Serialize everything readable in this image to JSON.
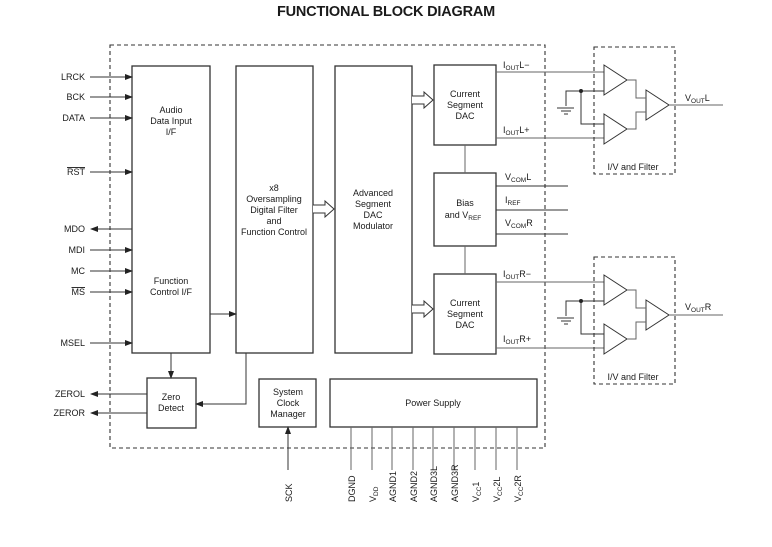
{
  "title": "FUNCTIONAL BLOCK DIAGRAM",
  "blocks": {
    "audio_if": [
      "Audio",
      "Data Input",
      "I/F"
    ],
    "function_if": [
      "Function",
      "Control I/F"
    ],
    "digital_filter": [
      "x8",
      "Oversampling",
      "Digital Filter",
      "and",
      "Function Control"
    ],
    "modulator": [
      "Advanced",
      "Segment",
      "DAC",
      "Modulator"
    ],
    "dac_left": [
      "Current",
      "Segment",
      "DAC"
    ],
    "bias": [
      "Bias",
      "and V",
      "REF"
    ],
    "dac_right": [
      "Current",
      "Segment",
      "DAC"
    ],
    "zero_detect": [
      "Zero",
      "Detect"
    ],
    "clock_manager": [
      "System",
      "Clock",
      "Manager"
    ],
    "power_supply": "Power Supply",
    "iv_filter_left": "I/V and Filter",
    "iv_filter_right": "I/V and Filter"
  },
  "left_pins": [
    {
      "label": "LRCK",
      "overbar": false,
      "dir": "in"
    },
    {
      "label": "BCK",
      "overbar": false,
      "dir": "in"
    },
    {
      "label": "DATA",
      "overbar": false,
      "dir": "in"
    },
    {
      "label": "RST",
      "overbar": true,
      "dir": "in"
    },
    {
      "label": "MDO",
      "overbar": false,
      "dir": "out"
    },
    {
      "label": "MDI",
      "overbar": false,
      "dir": "in"
    },
    {
      "label": "MC",
      "overbar": false,
      "dir": "in"
    },
    {
      "label": "MS",
      "overbar": true,
      "dir": "in"
    },
    {
      "label": "MSEL",
      "overbar": false,
      "dir": "in"
    },
    {
      "label": "ZEROL",
      "overbar": false,
      "dir": "out"
    },
    {
      "label": "ZEROR",
      "overbar": false,
      "dir": "out"
    }
  ],
  "dac_outputs": {
    "iout_l_minus": {
      "main": "I",
      "sub": "OUT",
      "suffix": "L−"
    },
    "iout_l_plus": {
      "main": "I",
      "sub": "OUT",
      "suffix": "L+"
    },
    "vcom_l": {
      "main": "V",
      "sub": "COM",
      "suffix": "L"
    },
    "iref": {
      "main": "I",
      "sub": "REF",
      "suffix": ""
    },
    "vcom_r": {
      "main": "V",
      "sub": "COM",
      "suffix": "R"
    },
    "iout_r_minus": {
      "main": "I",
      "sub": "OUT",
      "suffix": "R−"
    },
    "iout_r_plus": {
      "main": "I",
      "sub": "OUT",
      "suffix": "R+"
    }
  },
  "analog_outputs": {
    "vout_l": {
      "main": "V",
      "sub": "OUT",
      "suffix": "L"
    },
    "vout_r": {
      "main": "V",
      "sub": "OUT",
      "suffix": "R"
    }
  },
  "bottom_pins": {
    "sck": "SCK",
    "power": [
      {
        "main": "DGND",
        "sub": "",
        "suffix": ""
      },
      {
        "main": "V",
        "sub": "DD",
        "suffix": ""
      },
      {
        "main": "AGND1",
        "sub": "",
        "suffix": ""
      },
      {
        "main": "AGND2",
        "sub": "",
        "suffix": ""
      },
      {
        "main": "AGND3L",
        "sub": "",
        "suffix": ""
      },
      {
        "main": "AGND3R",
        "sub": "",
        "suffix": ""
      },
      {
        "main": "V",
        "sub": "CC",
        "suffix": "1"
      },
      {
        "main": "V",
        "sub": "CC",
        "suffix": "2L"
      },
      {
        "main": "V",
        "sub": "CC",
        "suffix": "2R"
      }
    ]
  }
}
